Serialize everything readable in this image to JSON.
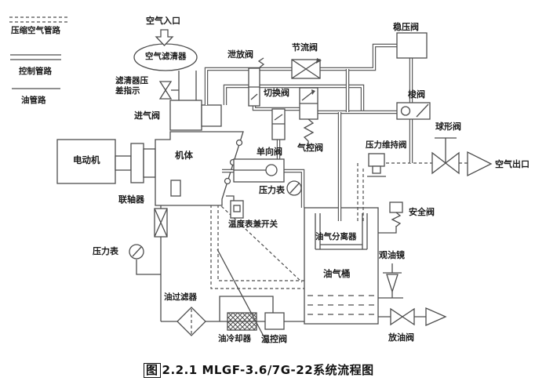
{
  "diagram": {
    "caption": {
      "fig_marker": "图",
      "text": "2.2.1 MLGF-3.6/7G-22系统流程图"
    },
    "legend": [
      {
        "id": "compressed-air-line",
        "label": "压缩空气管路",
        "style": "dashed"
      },
      {
        "id": "control-line",
        "label": "控制管路",
        "style": "double-solid"
      },
      {
        "id": "oil-line",
        "label": "油管路",
        "style": "solid"
      }
    ],
    "labels": {
      "air_inlet": "空气入口",
      "air_filter": "空气滤清器",
      "filter_dp_indicator": "滤清器压差指示",
      "intake_valve": "进气阀",
      "motor": "电动机",
      "machine_body": "机体",
      "coupling": "联轴器",
      "blowoff_valve": "泄放阀",
      "throttle_valve": "节流阀",
      "switch_valve": "切换阀",
      "air_control_valve": "气控阀",
      "check_valve": "单向阀",
      "pressure_gauge_top": "压力表",
      "temp_gauge_switch": "温度表兼开关",
      "pressure_gauge_left": "压力表",
      "stabilizing_valve": "稳压阀",
      "shuttle_valve": "梭阀",
      "ball_valve": "球形阀",
      "air_outlet": "空气出口",
      "pressure_maintaining_valve": "压力维持阀",
      "safety_valve": "安全阀",
      "oil_gas_separator": "油气分离器",
      "oil_gas_tank": "油气桶",
      "oil_sight_glass": "观油镜",
      "oil_drain_valve": "放油阀",
      "oil_filter": "油过滤器",
      "oil_cooler": "油冷却器",
      "temp_control_valve": "温控阀"
    },
    "colors": {
      "background": "#ffffff",
      "line": "#4d4d4d",
      "text": "#1a1a1a"
    }
  }
}
